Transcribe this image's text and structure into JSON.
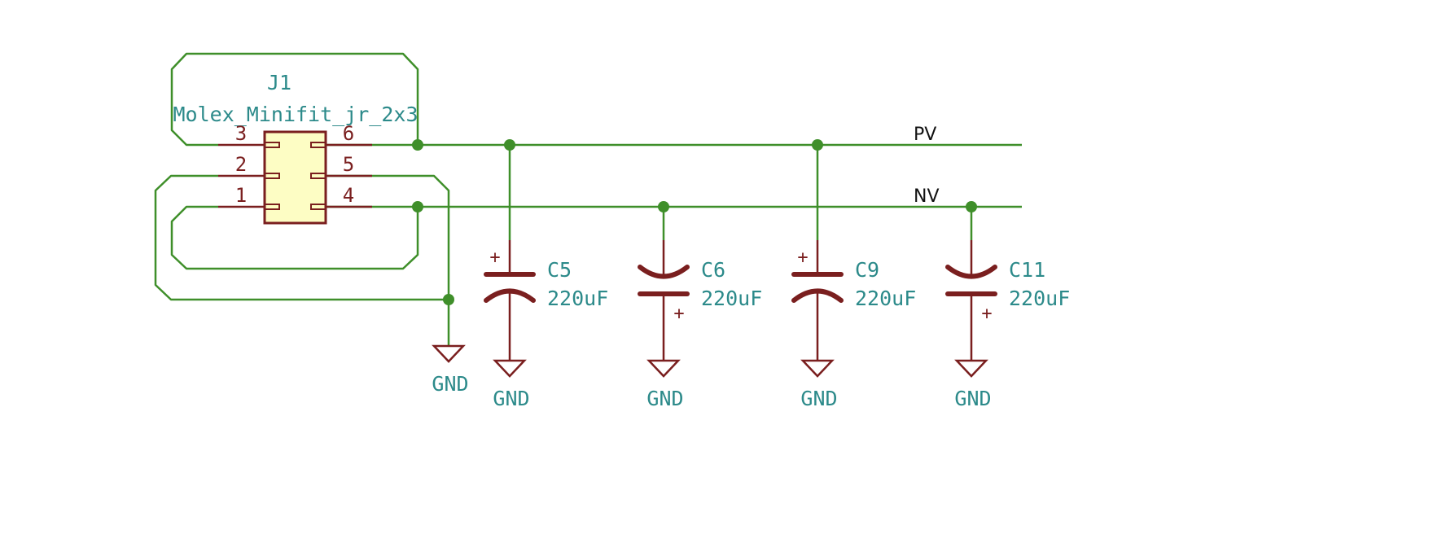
{
  "connector": {
    "ref": "J1",
    "value": "Molex_Minifit_jr_2x3",
    "pins_left": [
      "3",
      "2",
      "1"
    ],
    "pins_right": [
      "6",
      "5",
      "4"
    ]
  },
  "nets": {
    "pv": "PV",
    "nv": "NV"
  },
  "capacitors": [
    {
      "ref": "C5",
      "value": "220uF",
      "gnd": "GND",
      "plus": "+"
    },
    {
      "ref": "C6",
      "value": "220uF",
      "gnd": "GND",
      "plus": "+"
    },
    {
      "ref": "C9",
      "value": "220uF",
      "gnd": "GND",
      "plus": "+"
    },
    {
      "ref": "C11",
      "value": "220uF",
      "gnd": "GND",
      "plus": "+"
    }
  ],
  "main_gnd": "GND",
  "colors": {
    "wire": "#3f8f2a",
    "symbol": "#7a1f1f",
    "text": "#2c8a8a",
    "connector_body": "#fdfdc4"
  }
}
